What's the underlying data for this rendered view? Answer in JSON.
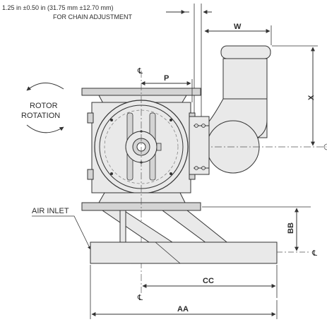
{
  "note": {
    "line1": "1.25 in ±0.50 in (31.75 mm ±12.70 mm)",
    "line2": "FOR CHAIN ADJUSTMENT"
  },
  "labels": {
    "rotor_line1": "ROTOR",
    "rotor_line2": "ROTATION",
    "air_inlet": "AIR INLET"
  },
  "dimensions": {
    "w": "W",
    "p": "P",
    "x": "X",
    "bb": "BB",
    "cc": "CC",
    "aa": "AA"
  },
  "centerline_symbol": "℄",
  "colors": {
    "line": "#333333",
    "fill": "#e9e9e9",
    "fill_dark": "#d4d4d4"
  }
}
